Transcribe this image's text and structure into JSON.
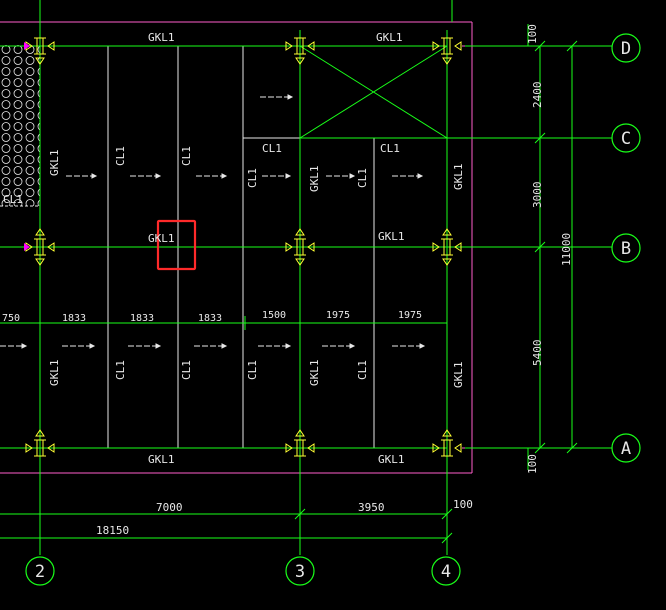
{
  "labels": {
    "gkl1": "GKL1",
    "cl1": "CL1"
  },
  "grid_axes": {
    "row_a": "A",
    "row_b": "B",
    "row_c": "C",
    "row_d": "D",
    "col_2": "2",
    "col_3": "3",
    "col_4": "4"
  },
  "dimensions": {
    "v_top": "100",
    "v_dc": "2400",
    "v_cb": "3000",
    "v_ba": "5400",
    "v_bottom": "100",
    "v_total": "11000",
    "h_23": "7000",
    "h_34": "3950",
    "h_total": "18150",
    "h_edge": "100",
    "h_s1": "750",
    "h_s2": "1833",
    "h_s3": "1833",
    "h_s4": "1833",
    "h_s5": "1500",
    "h_s6": "1975",
    "h_s7": "1975"
  },
  "colors": {
    "beam": "#19ff19",
    "secondary": "#e8e8e8",
    "boundary": "#ff5ecb",
    "support": "#ffff33",
    "text": "#e8e8e8",
    "highlight": "#ff2a2a",
    "magenta": "#ff00ff"
  }
}
